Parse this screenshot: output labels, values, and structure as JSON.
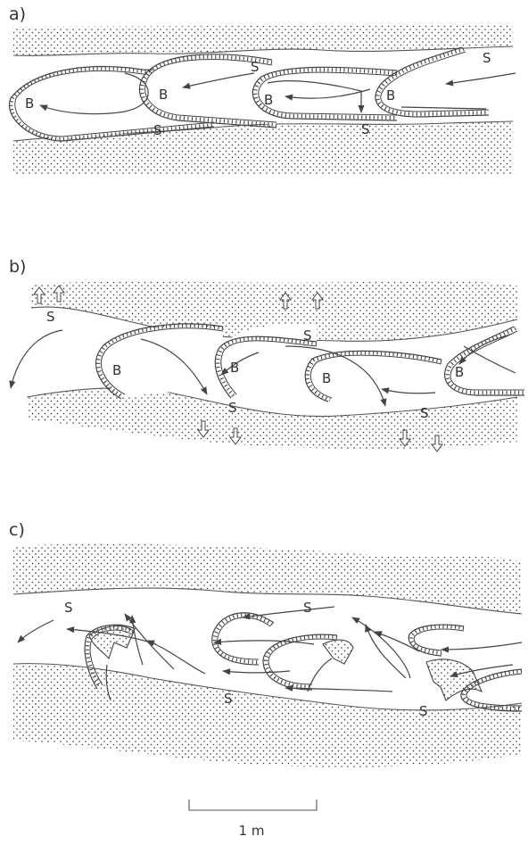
{
  "panels": [
    {
      "id": "a",
      "label": "a)"
    },
    {
      "id": "b",
      "label": "b)"
    },
    {
      "id": "c",
      "label": "c)"
    }
  ],
  "unit_labels": {
    "sand": "S",
    "bed": "B"
  },
  "scale_bar": {
    "label": "1 m"
  }
}
